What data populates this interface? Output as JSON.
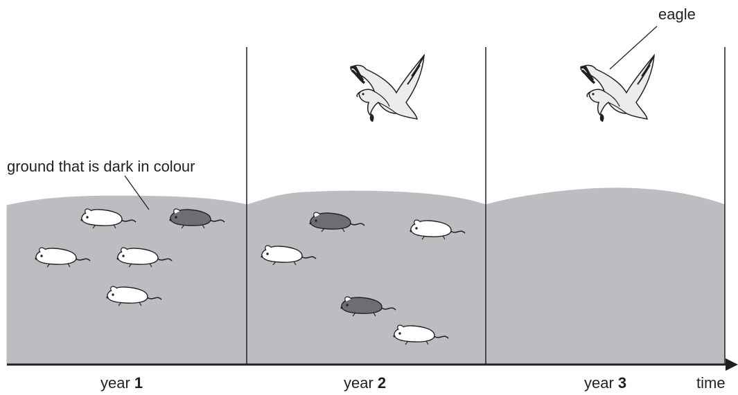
{
  "labels": {
    "eagle": "eagle",
    "ground": "ground that is dark in colour",
    "time": "time"
  },
  "years": [
    {
      "word": "year",
      "number": "1"
    },
    {
      "word": "year",
      "number": "2"
    },
    {
      "word": "year",
      "number": "3"
    }
  ],
  "colors": {
    "ground": "#bcbdc0",
    "line": "#231f20",
    "light_mouse": "#ffffff",
    "dark_mouse": "#6d6e71",
    "eagle_body": "#ececec"
  }
}
